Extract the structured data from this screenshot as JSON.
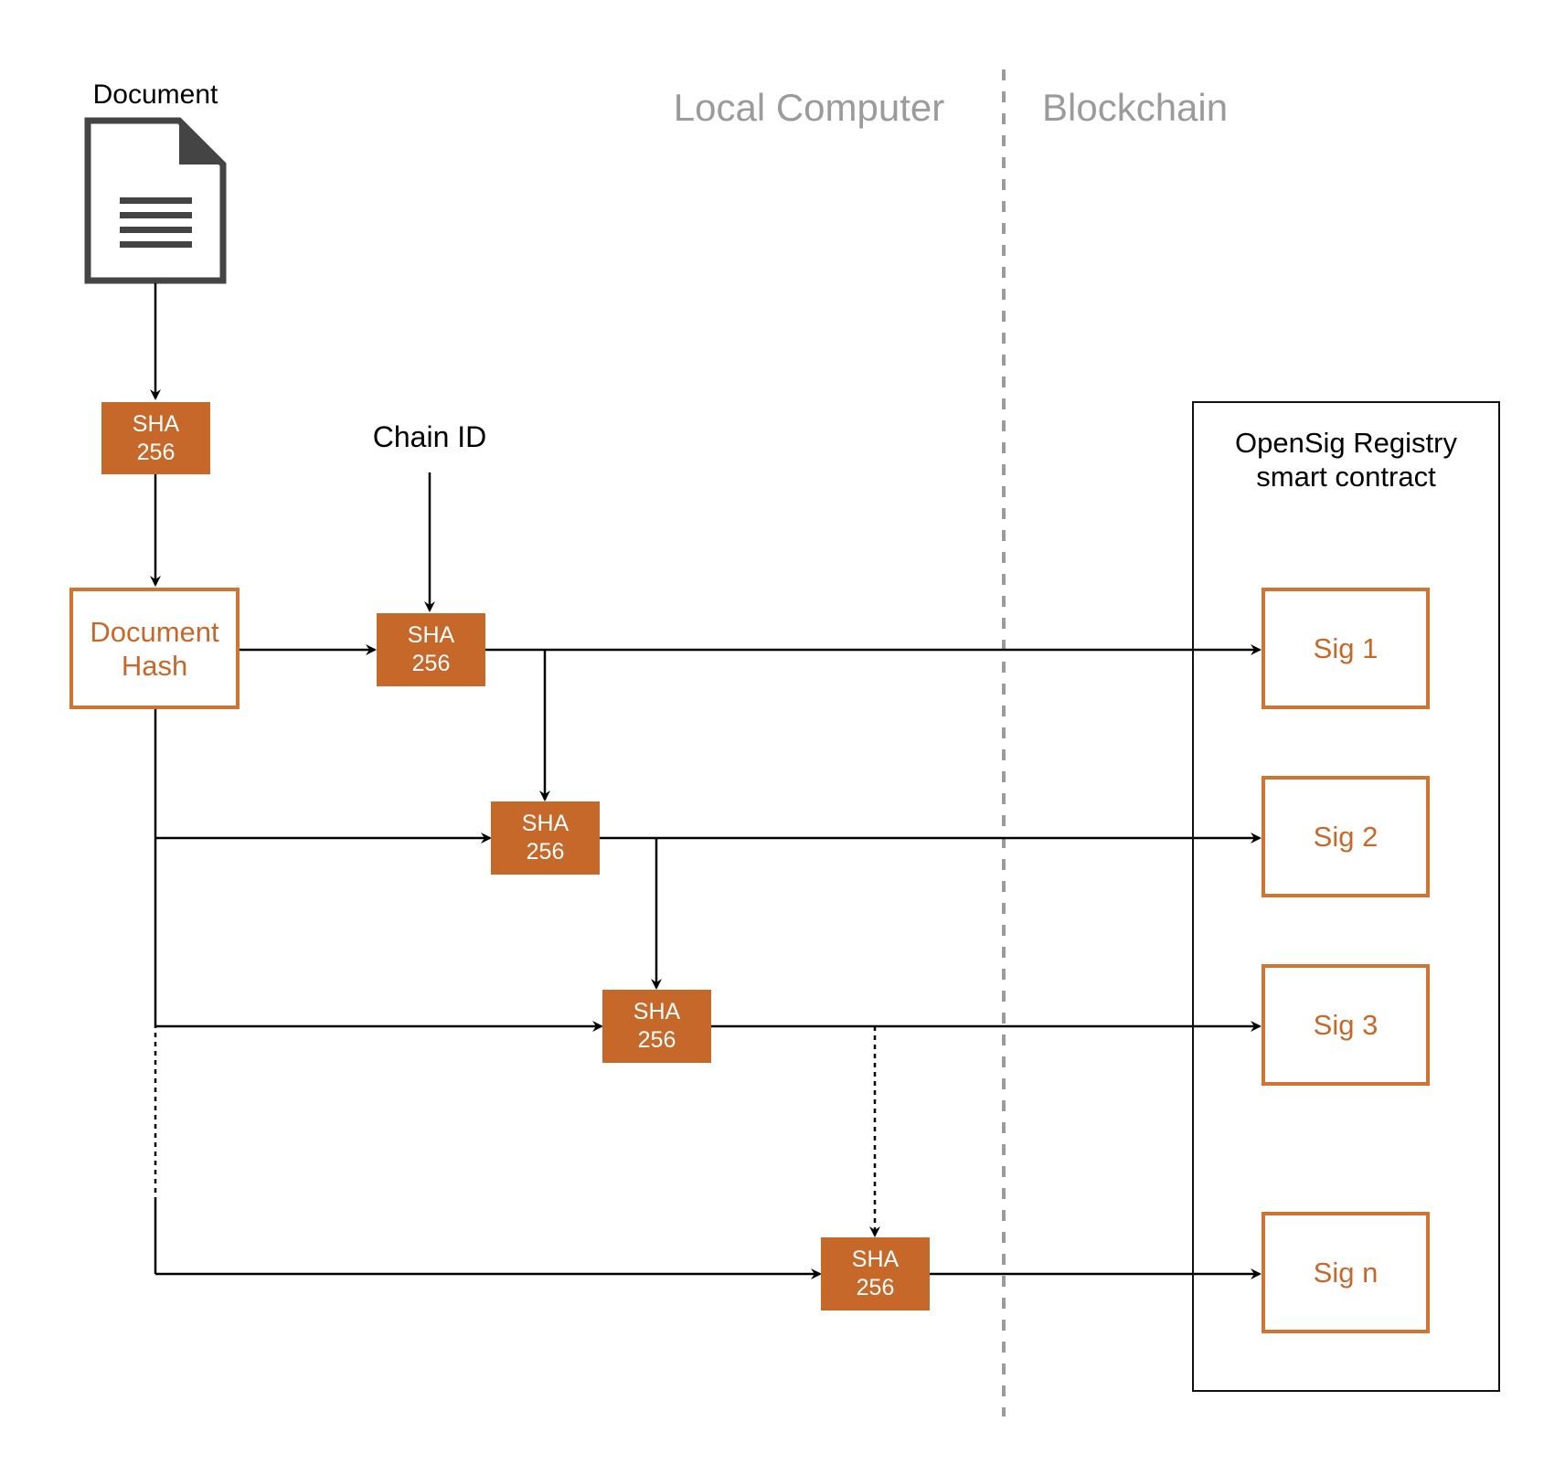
{
  "regions": {
    "local": "Local Computer",
    "blockchain": "Blockchain"
  },
  "document": {
    "label": "Document",
    "icon": "document-icon"
  },
  "chain_id": {
    "label": "Chain ID"
  },
  "document_hash": {
    "line1": "Document",
    "line2": "Hash"
  },
  "sha": {
    "line1": "SHA",
    "line2": "256"
  },
  "registry": {
    "line1": "OpenSig Registry",
    "line2": "smart contract"
  },
  "signatures": [
    "Sig 1",
    "Sig 2",
    "Sig 3",
    "Sig n"
  ],
  "colors": {
    "accent": "#c5682a",
    "divider": "#9b9b9b",
    "line": "#000000"
  }
}
